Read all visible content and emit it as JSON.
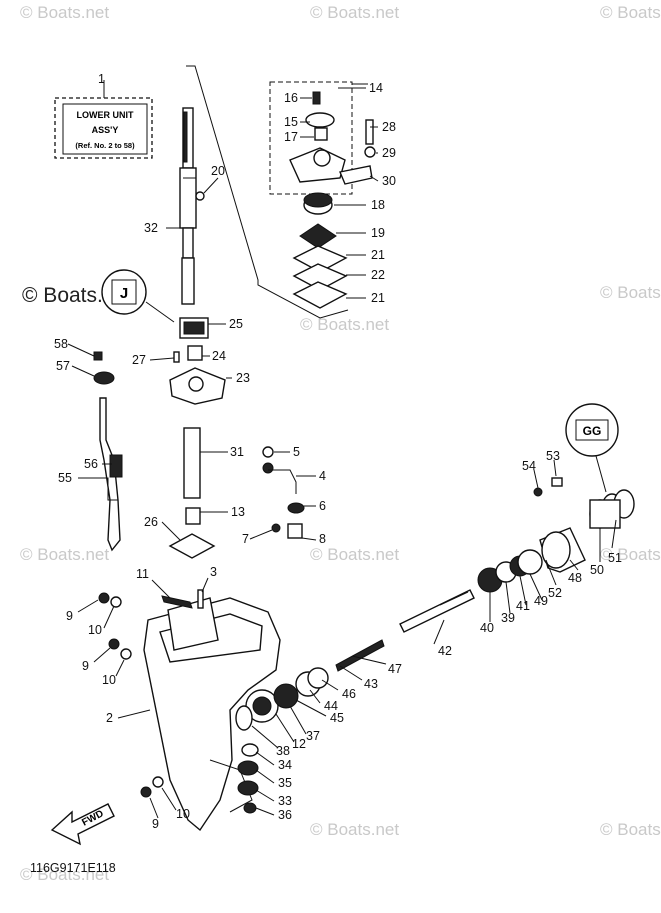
{
  "watermark": "© Boats.net",
  "watermark_big": "© Boats.net",
  "note": {
    "line1": "LOWER UNIT",
    "line2": "ASS'Y",
    "line3": "(Ref. No. 2 to 58)"
  },
  "badges": {
    "left": "J",
    "right": "GG"
  },
  "fwd_label": "FWD",
  "diagram_code": "116G9171E118",
  "callouts": {
    "c1": "1",
    "c14": "14",
    "c16": "16",
    "c15": "15",
    "c17": "17",
    "c28": "28",
    "c29": "29",
    "c30": "30",
    "c20": "20",
    "c32": "32",
    "c18": "18",
    "c19": "19",
    "c21a": "21",
    "c22": "22",
    "c21b": "21",
    "c25": "25",
    "c58": "58",
    "c27": "27",
    "c24": "24",
    "c57": "57",
    "c23": "23",
    "c31": "31",
    "c5": "5",
    "c4": "4",
    "c56": "56",
    "c55": "55",
    "c6": "6",
    "c26": "26",
    "c13": "13",
    "c7": "7",
    "c8": "8",
    "c53": "53",
    "c54": "54",
    "c51": "51",
    "c50": "50",
    "c48": "48",
    "c52": "52",
    "c49": "49",
    "c41": "41",
    "c39": "39",
    "c40": "40",
    "c42": "42",
    "c11": "11",
    "c3": "3",
    "c9a": "9",
    "c10a": "10",
    "c9b": "9",
    "c10b": "10",
    "c47": "47",
    "c43": "43",
    "c46": "46",
    "c44": "44",
    "c45": "45",
    "c2": "2",
    "c37": "37",
    "c12": "12",
    "c38": "38",
    "c34": "34",
    "c35": "35",
    "c33": "33",
    "c36": "36",
    "c9c": "9",
    "c10c": "10"
  }
}
